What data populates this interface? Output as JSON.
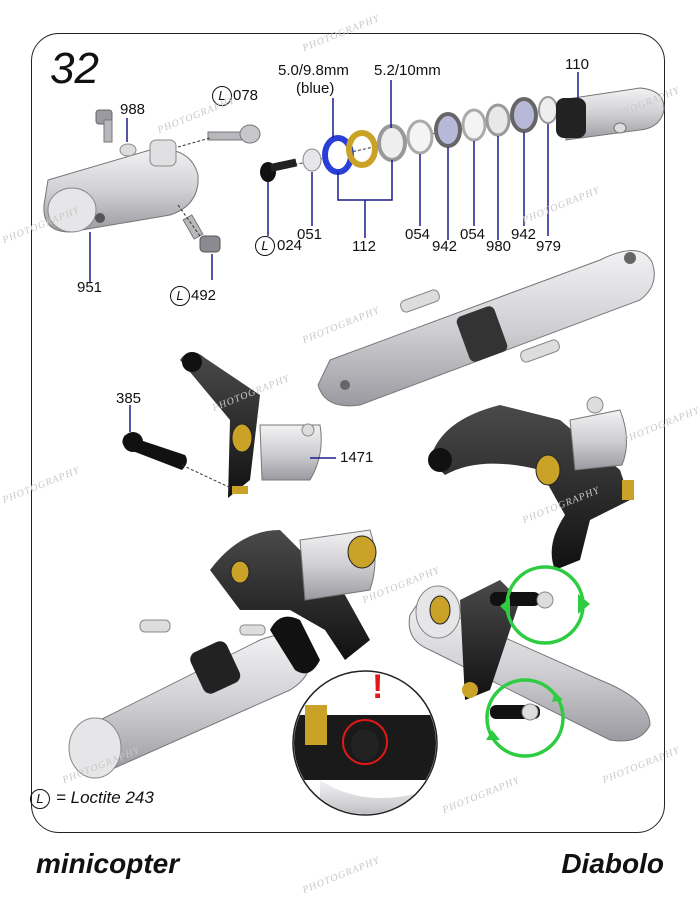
{
  "page": {
    "step_number": "32",
    "brand_left": "minicopter",
    "brand_right": "Diabolo"
  },
  "legend": {
    "symbol": "L",
    "text": "= Loctite 243"
  },
  "callouts": {
    "bearing_blue": "5.0/9.8mm",
    "bearing_blue_note": "(blue)",
    "bearing_52": "5.2/10mm",
    "p110": "110",
    "p988": "988",
    "p078": "078",
    "p951": "951",
    "p492": "492",
    "p024": "024",
    "p051": "051",
    "p112": "112",
    "p054a": "054",
    "p942a": "942",
    "p054b": "054",
    "p980": "980",
    "p942b": "942",
    "p979": "979",
    "p385": "385",
    "p1471": "1471",
    "loctite_symbol": "L"
  },
  "warning": {
    "mark": "!"
  },
  "watermark": {
    "text": "PHOTOGRAPHY"
  },
  "colors": {
    "callout_line": "#1a1a8c",
    "part_black": "#1e1e1e",
    "part_grey": "#d4d4d8",
    "brass": "#c9a227",
    "bearing_blue": "#2a3fd8",
    "arrow_green": "#2ecc40",
    "warning_red": "#e01818"
  }
}
